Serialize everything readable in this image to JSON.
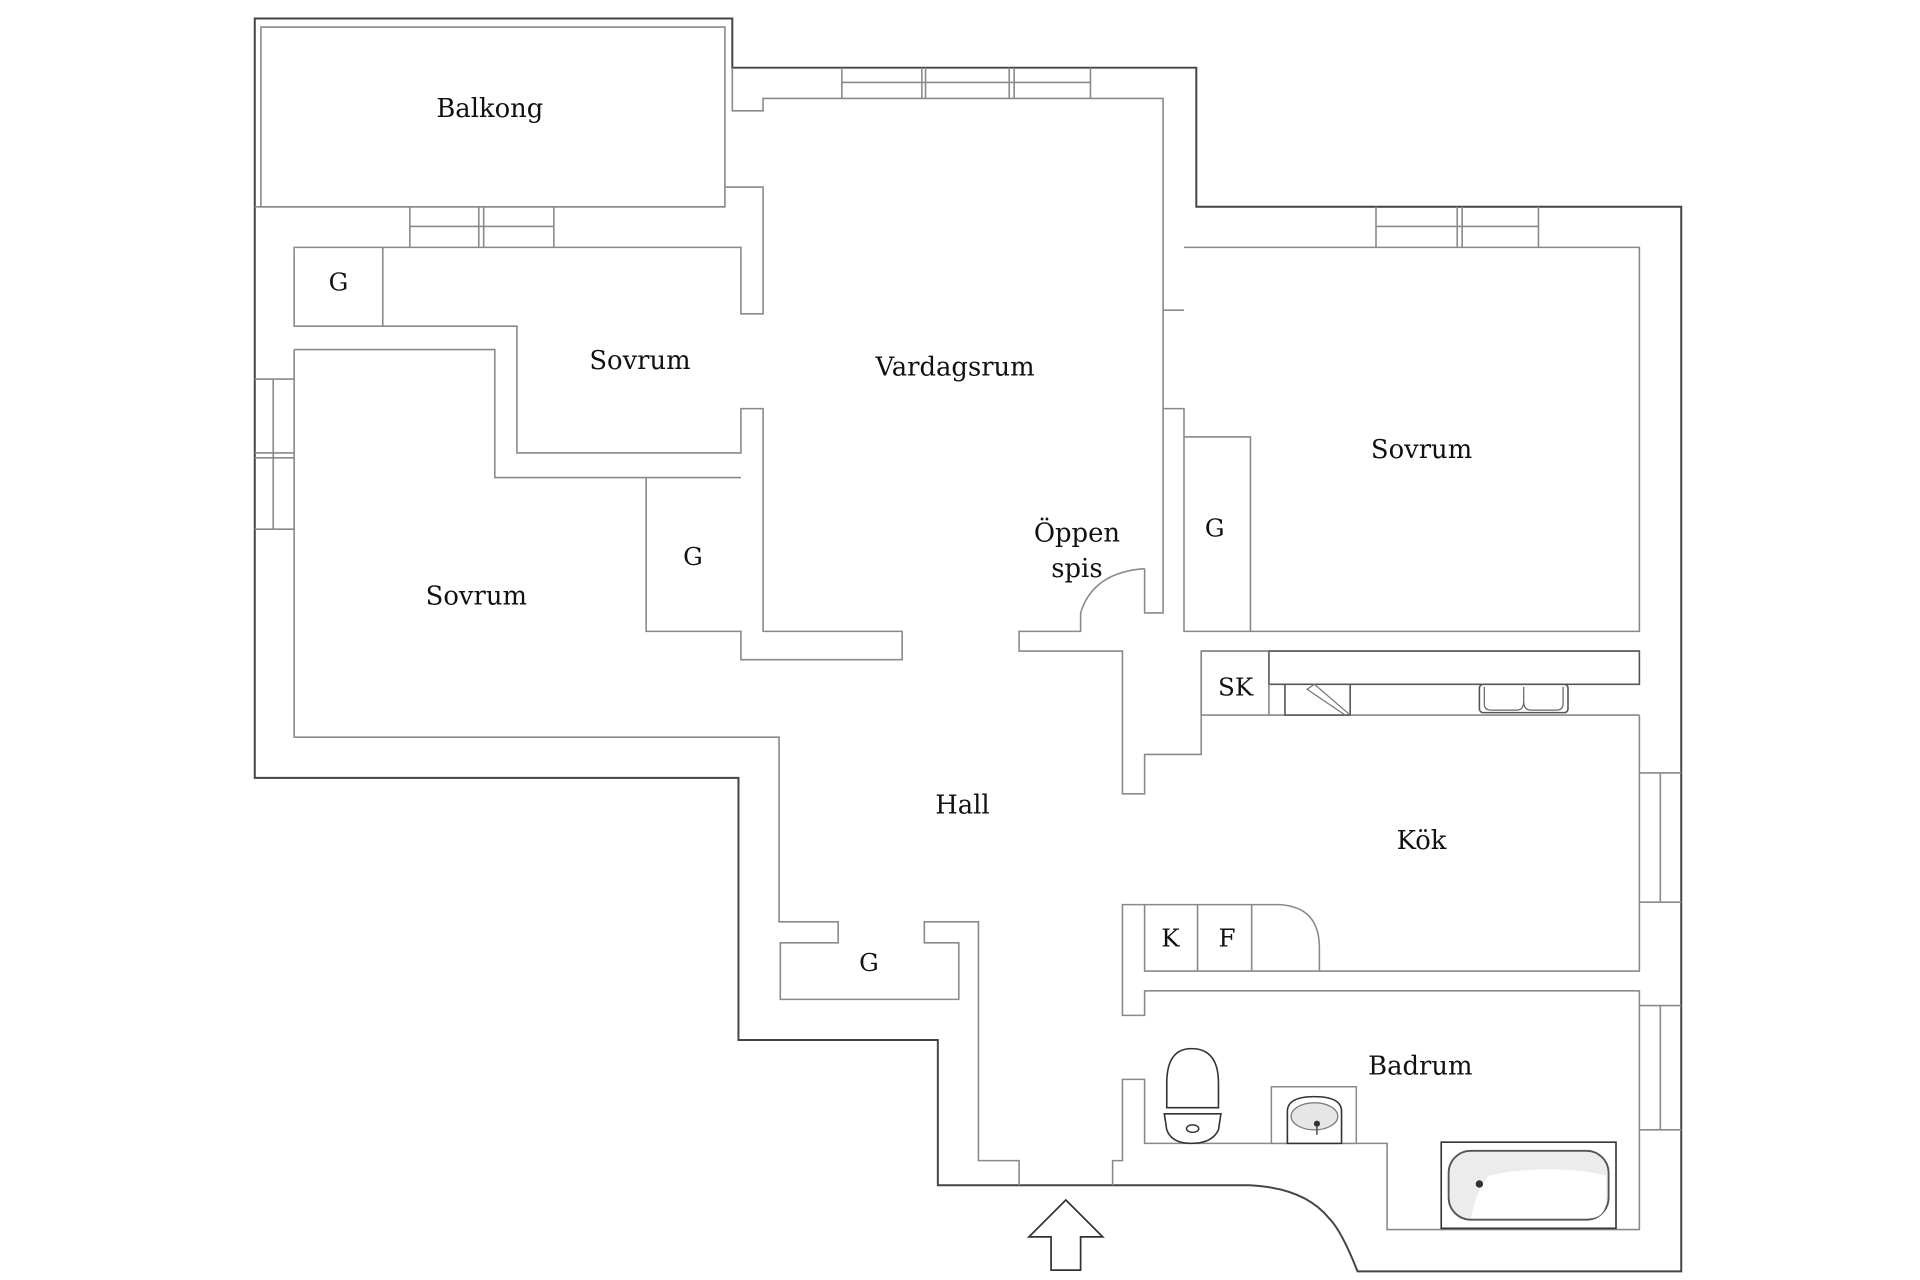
{
  "plan": {
    "rooms": {
      "balkong": "Balkong",
      "sovrum_top": "Sovrum",
      "vardagsrum": "Vardagsrum",
      "sovrum_right": "Sovrum",
      "sovrum_left": "Sovrum",
      "oppen_spis_line1": "Öppen",
      "oppen_spis_line2": "spis",
      "hall": "Hall",
      "kok": "Kök",
      "badrum": "Badrum"
    },
    "storage": {
      "g_top_left": "G",
      "g_left_bedroom": "G",
      "g_right_bedroom": "G",
      "g_hall": "G",
      "sk": "SK",
      "k": "K",
      "f": "F"
    },
    "icons": {
      "entrance": "entrance-arrow-icon",
      "toilet": "toilet-icon",
      "sink": "sink-icon",
      "bathtub": "bathtub-icon",
      "kitchen_sink": "kitchen-sink-icon",
      "stove": "stove-icon"
    },
    "colors": {
      "outer_wall": "#444444",
      "inner_wall": "#8a8a8a",
      "fixture_fill": "#e6e6e6"
    }
  }
}
